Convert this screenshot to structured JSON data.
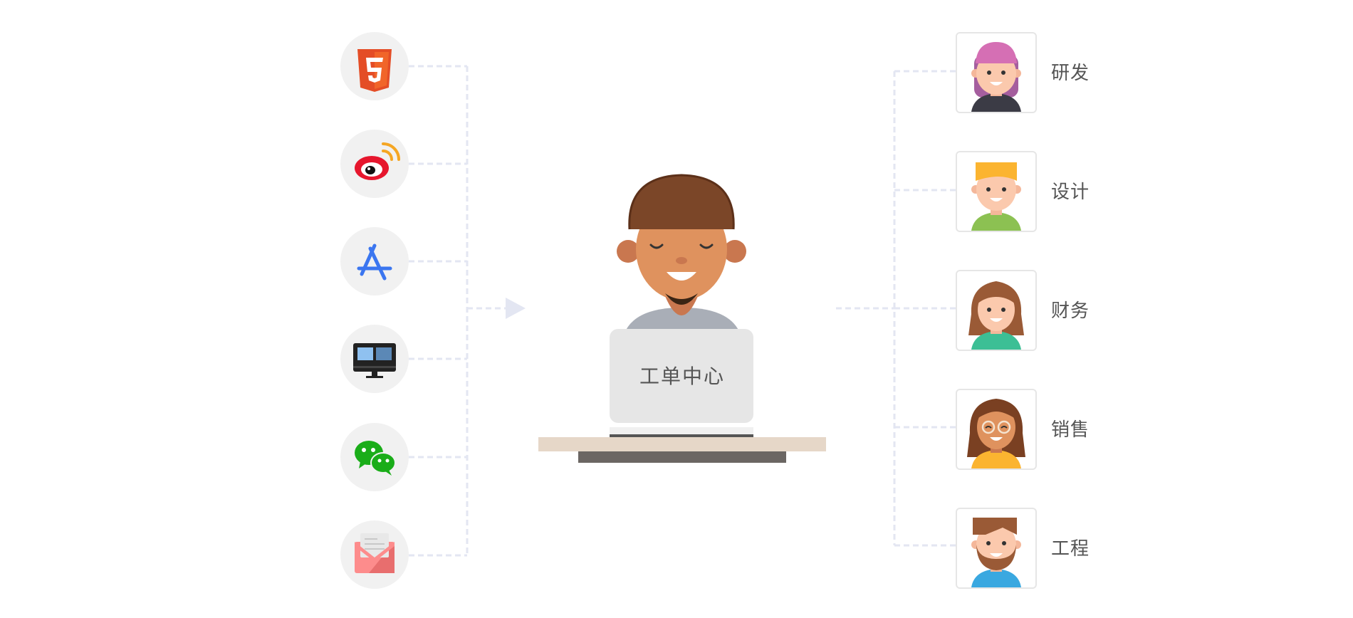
{
  "center": {
    "label": "工单中心"
  },
  "channels": [
    {
      "id": "html5",
      "icon": "html5-icon"
    },
    {
      "id": "weibo",
      "icon": "weibo-icon"
    },
    {
      "id": "appstore",
      "icon": "app-store-icon"
    },
    {
      "id": "web",
      "icon": "desktop-monitor-icon"
    },
    {
      "id": "wechat",
      "icon": "wechat-icon"
    },
    {
      "id": "email",
      "icon": "email-icon"
    }
  ],
  "departments": [
    {
      "label": "研发",
      "avatar": "avatar-pink-hair"
    },
    {
      "label": "设计",
      "avatar": "avatar-blonde-hair"
    },
    {
      "label": "财务",
      "avatar": "avatar-brown-hair-woman"
    },
    {
      "label": "销售",
      "avatar": "avatar-glasses-woman"
    },
    {
      "label": "工程",
      "avatar": "avatar-bearded-man"
    }
  ],
  "colors": {
    "connector": "#e3e6f2",
    "circle_bg": "#f1f1f1",
    "laptop": "#e6e6e6",
    "desk_top": "#e6d7c8",
    "desk_base": "#6b6663",
    "html5": "#e44d26",
    "weibo": "#e6162d",
    "appstore": "#3b76f0",
    "wechat": "#1aad19",
    "email": "#fd8c8c"
  }
}
